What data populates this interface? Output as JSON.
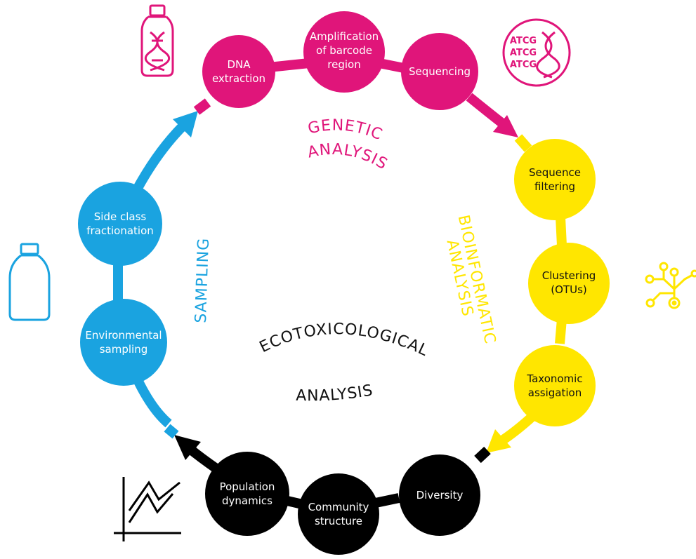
{
  "colors": {
    "genetic": "#e0157a",
    "bioinformatic": "#ffe600",
    "ecotox": "#000000",
    "sampling": "#1aa3e0"
  },
  "nodes": {
    "dna_extraction": [
      "DNA",
      "extraction"
    ],
    "amplification": [
      "Amplification",
      "of barcode",
      "region"
    ],
    "sequencing": [
      "Sequencing"
    ],
    "sequence_filtering": [
      "Sequence",
      "filtering"
    ],
    "clustering": [
      "Clustering",
      "(OTUs)"
    ],
    "taxonomic": [
      "Taxonomic",
      "assigation"
    ],
    "diversity": [
      "Diversity"
    ],
    "community": [
      "Community",
      "structure"
    ],
    "population": [
      "Population",
      "dynamics"
    ],
    "environmental": [
      "Environmental",
      "sampling"
    ],
    "side_class": [
      "Side class",
      "fractionation"
    ]
  },
  "phases": {
    "genetic": [
      "GENETIC",
      "ANALYSIS"
    ],
    "bioinformatic": [
      "BIOINFORMATIC",
      "ANALYSIS"
    ],
    "ecotox": [
      "ECOTOXICOLOGICAL",
      "ANALYSIS"
    ],
    "sampling": "SAMPLING"
  },
  "icons": {
    "dna_badge": [
      "ATCG",
      "ATCG",
      "ATCG"
    ],
    "names": [
      "dna-vial-icon",
      "dna-sequence-icon",
      "network-tree-icon",
      "chart-icon",
      "bottle-icon"
    ]
  }
}
